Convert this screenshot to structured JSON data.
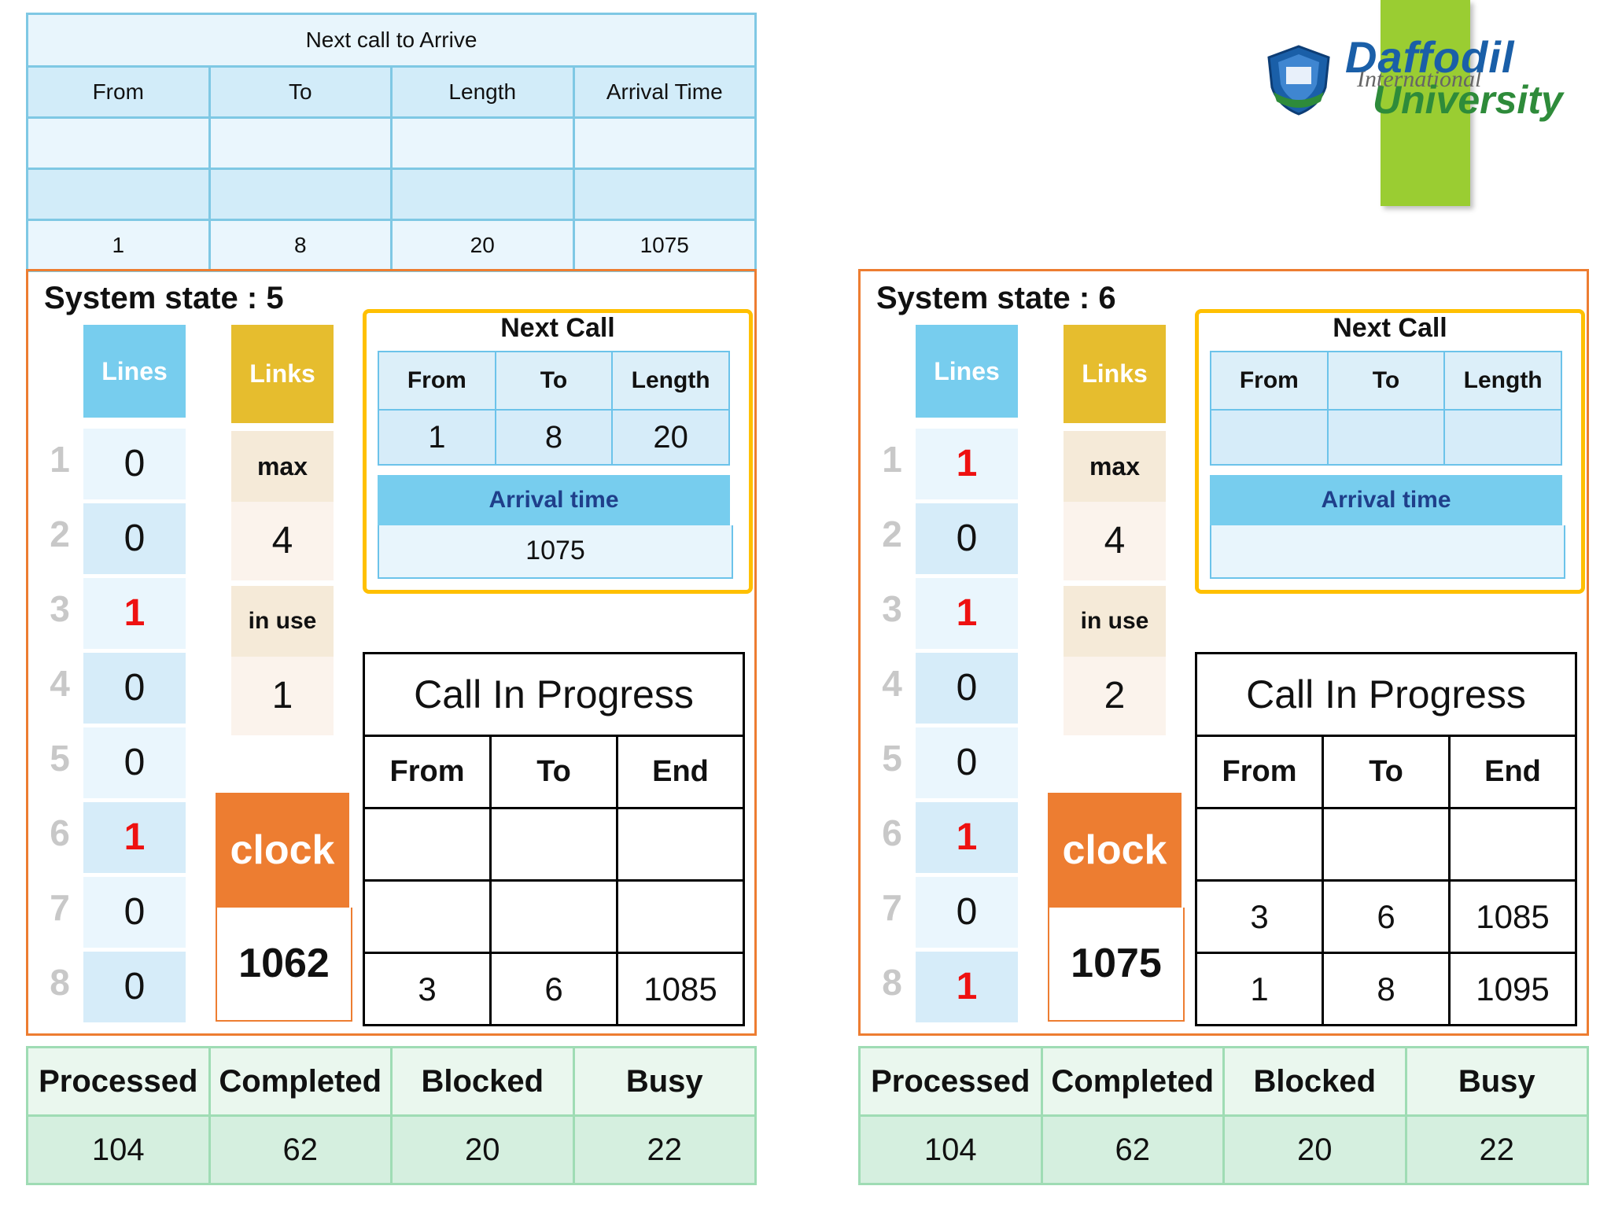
{
  "next_call_to_arrive": {
    "title": "Next call to Arrive",
    "headers": [
      "From",
      "To",
      "Length",
      "Arrival Time"
    ],
    "rows": [
      [
        "",
        "",
        "",
        ""
      ],
      [
        "",
        "",
        "",
        ""
      ],
      [
        "1",
        "8",
        "20",
        "1075"
      ]
    ]
  },
  "logo": {
    "line1": "Daffodil",
    "line2": "International",
    "line3": "University",
    "colors": {
      "bar": "#9acd32",
      "blue": "#1a5fa8",
      "green": "#2e8b3a"
    }
  },
  "panels": [
    {
      "state_label": "System state : 5",
      "lines_label": "Lines",
      "row_numbers": [
        "1",
        "2",
        "3",
        "4",
        "5",
        "6",
        "7",
        "8"
      ],
      "lines": [
        "0",
        "0",
        "1",
        "0",
        "0",
        "1",
        "0",
        "0"
      ],
      "links_label": "Links",
      "max_label": "max",
      "max_value": "4",
      "in_use_label": "in use",
      "in_use_value": "1",
      "clock_label": "clock",
      "clock_value": "1062",
      "next_call": {
        "title": "Next Call",
        "from_label": "From",
        "to_label": "To",
        "length_label": "Length",
        "from": "1",
        "to": "8",
        "length": "20",
        "arrival_label": "Arrival time",
        "arrival": "1075"
      },
      "call_in_progress": {
        "title": "Call In Progress",
        "headers": [
          "From",
          "To",
          "End"
        ],
        "rows": [
          [
            "",
            "",
            ""
          ],
          [
            "",
            "",
            ""
          ],
          [
            "3",
            "6",
            "1085"
          ]
        ]
      }
    },
    {
      "state_label": "System state : 6",
      "lines_label": "Lines",
      "row_numbers": [
        "1",
        "2",
        "3",
        "4",
        "5",
        "6",
        "7",
        "8"
      ],
      "lines": [
        "1",
        "0",
        "1",
        "0",
        "0",
        "1",
        "0",
        "1"
      ],
      "links_label": "Links",
      "max_label": "max",
      "max_value": "4",
      "in_use_label": "in use",
      "in_use_value": "2",
      "clock_label": "clock",
      "clock_value": "1075",
      "next_call": {
        "title": "Next Call",
        "from_label": "From",
        "to_label": "To",
        "length_label": "Length",
        "from": "",
        "to": "",
        "length": "",
        "arrival_label": "Arrival time",
        "arrival": ""
      },
      "call_in_progress": {
        "title": "Call In Progress",
        "headers": [
          "From",
          "To",
          "End"
        ],
        "rows": [
          [
            "",
            "",
            ""
          ],
          [
            "3",
            "6",
            "1085"
          ],
          [
            "1",
            "8",
            "1095"
          ]
        ]
      }
    }
  ],
  "stats": [
    {
      "headers": [
        "Processed",
        "Completed",
        "Blocked",
        "Busy"
      ],
      "values": [
        "104",
        "62",
        "20",
        "22"
      ]
    },
    {
      "headers": [
        "Processed",
        "Completed",
        "Blocked",
        "Busy"
      ],
      "values": [
        "104",
        "62",
        "20",
        "22"
      ]
    }
  ],
  "colors": {
    "panel_border": "#ed7d31",
    "lines_header": "#77cdee",
    "links_header": "#e6bd2e",
    "busy_line": "#ee1111",
    "next_call_border": "#ffc000",
    "stats_border": "#9fdcb4"
  }
}
